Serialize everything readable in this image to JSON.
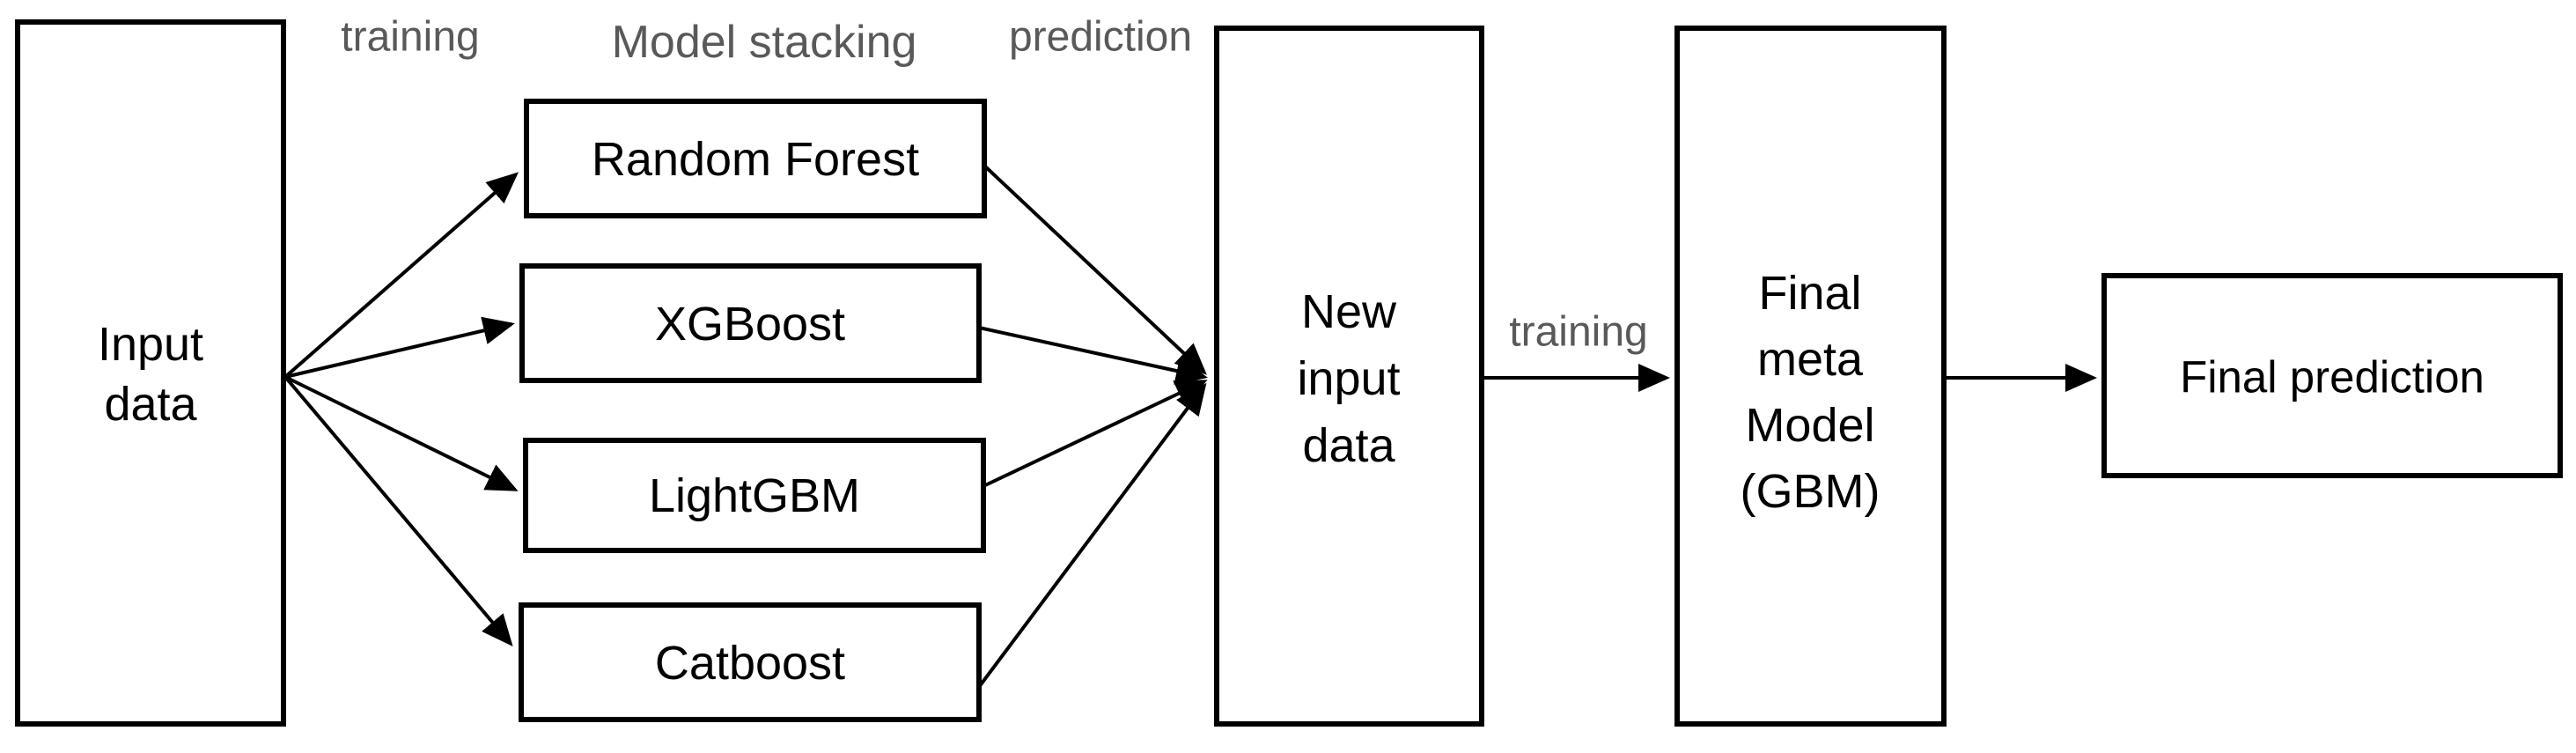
{
  "diagram": {
    "annotations": {
      "training_left": "training",
      "model_stacking": "Model stacking",
      "prediction": "prediction",
      "training_mid": "training"
    },
    "nodes": {
      "input_data": {
        "line1": "Input",
        "line2": "data"
      },
      "random_forest": {
        "label": "Random Forest"
      },
      "xgboost": {
        "label": "XGBoost"
      },
      "lightgbm": {
        "label": "LightGBM"
      },
      "catboost": {
        "label": "Catboost"
      },
      "new_input_data": {
        "line1": "New",
        "line2": "input",
        "line3": "data"
      },
      "final_meta_model": {
        "line1": "Final",
        "line2": "meta",
        "line3": "Model",
        "line4": "(GBM)"
      },
      "final_prediction": {
        "label": "Final prediction"
      }
    },
    "colors": {
      "box_border": "#000000",
      "box_fill": "#ffffff",
      "node_text": "#000000",
      "annotation_text": "#595959",
      "arrow": "#000000",
      "background": "#ffffff"
    }
  }
}
